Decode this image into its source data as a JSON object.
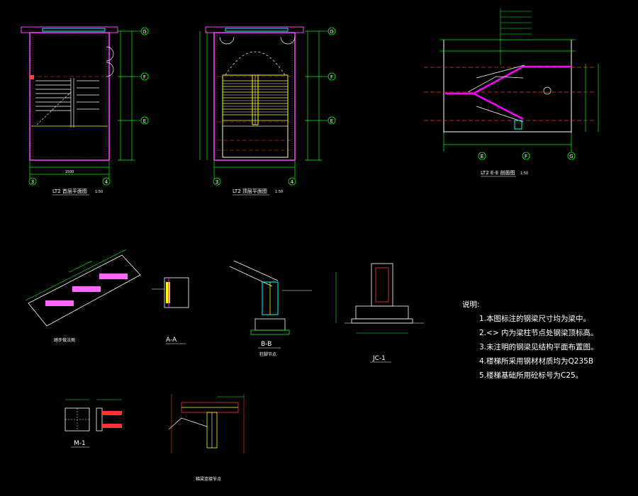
{
  "drawing": {
    "titles": {
      "plan_ground": "LT2 首层平面图",
      "plan_upper": "LT2 顶层平面图",
      "section_ee": "LT2 E-E 剖面图",
      "detail_step": "踏步做法图",
      "detail_aa": "A-A",
      "detail_bb": "B-B",
      "detail_bb_sub": "柱脚节点",
      "detail_jc": "JC-1",
      "detail_m1": "M-1",
      "detail_joint": "梯梁连接节点"
    },
    "scales": {
      "plan_ground": "1:50",
      "plan_upper": "1:50",
      "section_ee": "1:50"
    },
    "axes": {
      "plan_right": [
        "G",
        "F",
        "E"
      ],
      "plan_bottom_left": [
        "3",
        "4"
      ],
      "plan_bottom_right": [
        "3",
        "4"
      ],
      "section_bottom": [
        "E",
        "F",
        "G"
      ]
    },
    "dims": {
      "plan_width": "1500"
    }
  },
  "notes": {
    "title": "说明:",
    "items": [
      "1.本图标注的钢梁尺寸均为梁中。",
      "2.<> 内为梁柱节点处钢梁顶标高。",
      "3.未注明的钢梁见结构平面布置图。",
      "4.楼梯所采用钢材材质均为Q235B",
      "5.楼梯基础所用砼标号为C25。"
    ]
  },
  "colors": {
    "line": "#ffffff",
    "green": "#00ff00",
    "cyan": "#00ffff",
    "red": "#ff3333",
    "yellow": "#ffff00",
    "magenta": "#ff00ff",
    "hatch": "#ff66ff",
    "frame": "#ff44ff"
  }
}
